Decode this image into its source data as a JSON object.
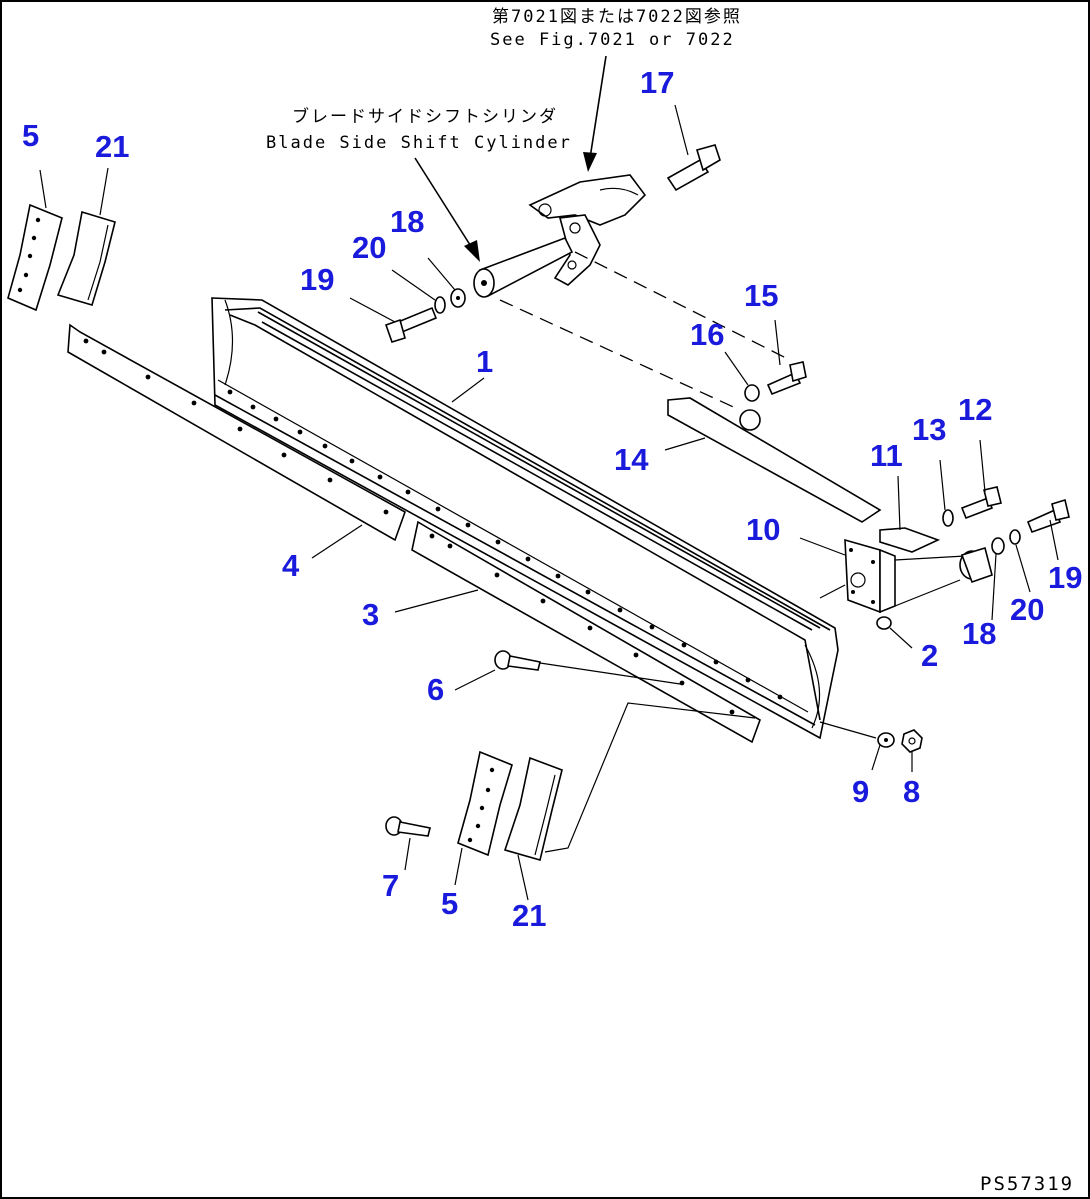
{
  "notes": {
    "ref_jp": "第7021図または7022図参照",
    "ref_en": "See Fig.7021 or 7022",
    "cyl_jp": "ブレードサイドシフトシリンダ",
    "cyl_en": "Blade Side Shift Cylinder"
  },
  "drawing_code": "PS57319",
  "callouts": [
    {
      "id": "c1",
      "label": "1"
    },
    {
      "id": "c2",
      "label": "2"
    },
    {
      "id": "c3",
      "label": "3"
    },
    {
      "id": "c4",
      "label": "4"
    },
    {
      "id": "c5a",
      "label": "5"
    },
    {
      "id": "c5b",
      "label": "5"
    },
    {
      "id": "c6",
      "label": "6"
    },
    {
      "id": "c7",
      "label": "7"
    },
    {
      "id": "c8",
      "label": "8"
    },
    {
      "id": "c9",
      "label": "9"
    },
    {
      "id": "c10",
      "label": "10"
    },
    {
      "id": "c11",
      "label": "11"
    },
    {
      "id": "c12",
      "label": "12"
    },
    {
      "id": "c13",
      "label": "13"
    },
    {
      "id": "c14",
      "label": "14"
    },
    {
      "id": "c15",
      "label": "15"
    },
    {
      "id": "c16",
      "label": "16"
    },
    {
      "id": "c17",
      "label": "17"
    },
    {
      "id": "c18a",
      "label": "18"
    },
    {
      "id": "c18b",
      "label": "18"
    },
    {
      "id": "c19a",
      "label": "19"
    },
    {
      "id": "c19b",
      "label": "19"
    },
    {
      "id": "c20a",
      "label": "20"
    },
    {
      "id": "c20b",
      "label": "20"
    },
    {
      "id": "c21a",
      "label": "21"
    },
    {
      "id": "c21b",
      "label": "21"
    }
  ]
}
